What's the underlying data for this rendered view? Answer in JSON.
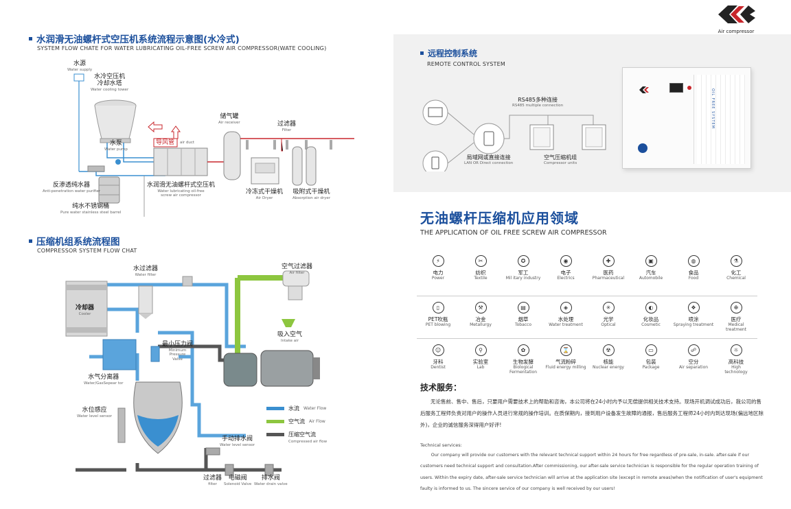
{
  "logo": {
    "caption": "Air compressor"
  },
  "left_top": {
    "title": "水润滑无油螺杆式空压机系统流程示意图(水冷式)",
    "subtitle": "SYSTEM FLOW CHATE FOR WATER LUBRICATING OIL-FREE SCREW AIR COMPRESSOR(WATE COOLING)",
    "labels": {
      "water_supply_cn": "水源",
      "water_supply_en": "Water supply",
      "tower_cn1": "水冷空压机",
      "tower_cn2": "冷却水塔",
      "tower_en": "Water cooling tower",
      "pump_cn": "水泵",
      "pump_en": "Water pump",
      "purifier_cn": "反渗透纯水器",
      "purifier_en": "Anti-penetration water purifier",
      "barrel_cn": "纯水不锈钢桶",
      "barrel_en": "Pure water stainless steel barrel",
      "duct_cn": "导风管",
      "duct_en": "air duct",
      "compressor_cn": "水润滑无油螺杆式空压机",
      "compressor_en1": "Water lubricating oil-free",
      "compressor_en2": "screw air compressor",
      "receiver_cn": "储气罐",
      "receiver_en": "Air receiver",
      "filter_cn": "过滤器",
      "filter_en": "Filter",
      "dryer_cn": "冷冻式干燥机",
      "dryer_en": "Air Dryer",
      "absorb_cn": "吸附式干燥机",
      "absorb_en": "Absorption air dryer"
    }
  },
  "left_bottom": {
    "title": "压缩机组系统流程图",
    "subtitle": "COMPRESSOR SYSTEM FLOW CHAT",
    "labels": {
      "water_filter_cn": "水过滤器",
      "water_filter_en": "Water filter",
      "air_filter_cn": "空气过滤器",
      "air_filter_en": "Air filter",
      "cooler_cn": "冷却器",
      "cooler_en": "Cooler",
      "intake_cn": "吸入空气",
      "intake_en": "Intake air",
      "min_valve_cn": "最小压力阀",
      "min_valve_en1": "Minimum",
      "min_valve_en2": "Pressure",
      "min_valve_en3": "Valve",
      "separator_cn": "水气分离器",
      "separator_en": "Water/GasSepear tor",
      "level_cn": "水位感应",
      "level_en": "Water level sensor",
      "drain_cn": "手动排水阀",
      "drain_en": "Water level sensor",
      "filter_cn": "过滤器",
      "filter_en": "filter",
      "solenoid_cn": "电磁阀",
      "solenoid_en": "Solenoid Valve",
      "drain_valve_cn": "排水阀",
      "drain_valve_en": "Water drain valve"
    },
    "legend": [
      {
        "cn": "水流",
        "en": "Water Flow",
        "color": "#3a8fd0"
      },
      {
        "cn": "空气流",
        "en": "Air Flow",
        "color": "#8dc63f"
      },
      {
        "cn": "压缩空气流",
        "en": "Compressed air flow",
        "color": "#555555"
      }
    ]
  },
  "remote": {
    "title": "远程控制系统",
    "subtitle": "REMOTE CONTROL SYSTEM",
    "rs485_cn": "RS485多种连接",
    "rs485_en": "RS485 multiple connection",
    "lan_cn": "局域网或直接连接",
    "lan_en": "LAN OR Direct connection",
    "units_cn": "空气压缩机组",
    "units_en": "Compressor units",
    "machine_text": "OIL FREE SYSTEM"
  },
  "application": {
    "title": "无油螺杆压缩机应用领域",
    "subtitle": "THE APPLICATION OF OIL FREE SCREW AIR COMPRESSOR",
    "rows": [
      [
        {
          "cn": "电力",
          "en": "Power",
          "icon": "⚡"
        },
        {
          "cn": "纺织",
          "en": "Textile",
          "icon": "✂"
        },
        {
          "cn": "军工",
          "en": "Mil itary industry",
          "icon": "✪"
        },
        {
          "cn": "电子",
          "en": "Electrics",
          "icon": "◉"
        },
        {
          "cn": "医药",
          "en": "Pharmaceutical",
          "icon": "✚"
        },
        {
          "cn": "汽车",
          "en": "Automobile",
          "icon": "▣"
        },
        {
          "cn": "食品",
          "en": "Food",
          "icon": "◍"
        },
        {
          "cn": "化工",
          "en": "Chemical",
          "icon": "⚗"
        }
      ],
      [
        {
          "cn": "PET吹瓶",
          "en": "PET blowing",
          "icon": "▯"
        },
        {
          "cn": "冶金",
          "en": "Metallurgy",
          "icon": "⚒"
        },
        {
          "cn": "烟草",
          "en": "Tobacco",
          "icon": "▤"
        },
        {
          "cn": "水处理",
          "en": "Water treatment",
          "icon": "◈"
        },
        {
          "cn": "光学",
          "en": "Optical",
          "icon": "✳"
        },
        {
          "cn": "化妆品",
          "en": "Cosmetic",
          "icon": "◐"
        },
        {
          "cn": "喷涂",
          "en": "Spraying treatment",
          "icon": "❖"
        },
        {
          "cn": "医疗",
          "en": "Medical treatment",
          "icon": "✙"
        }
      ],
      [
        {
          "cn": "牙科",
          "en": "Dentist",
          "icon": "☺"
        },
        {
          "cn": "实验室",
          "en": "Lab",
          "icon": "⚲"
        },
        {
          "cn": "生物发酵",
          "en": "Biological Fermentation",
          "icon": "✿"
        },
        {
          "cn": "气流粉碎",
          "en": "Fluid energy milling",
          "icon": "⌛"
        },
        {
          "cn": "核能",
          "en": "Nuclear energy",
          "icon": "☢"
        },
        {
          "cn": "包装",
          "en": "Package",
          "icon": "▭"
        },
        {
          "cn": "空分",
          "en": "Air separation",
          "icon": "☍"
        },
        {
          "cn": "高科技",
          "en": "High technology",
          "icon": "☼"
        }
      ]
    ]
  },
  "tech": {
    "title": "技术服务：",
    "cn_text": "无论售前、售中、售后，只要用户需要技术上的帮助和咨询，本公司将在24小时内予以无偿提供相关技术支持。现场开机调试成功后，我公司的售后服务工程师负责对用户的操作人员进行常规的操作培训。在质保期内，接到用户设备发生故障的通报，售后服务工程师24小时内到达现场(偏远地区除外)，企业的诚信服务深得用户好评!",
    "en_heading": "Technical services:",
    "en_text": "Our company will provide our customers with the relevant technical support within 24 hours for free regardless of pre-sale, in-sale. after-sale if our customers need technical support and consultation.After commissioning, our after-sale service technician is responsible for the regular operation training of users. Within the expiry date, after-sale service technician will arrive at the application site (except in remote areas)when the notification of user's equipment faulty is informed to us. The sincere service of our company is well received by our users!"
  }
}
